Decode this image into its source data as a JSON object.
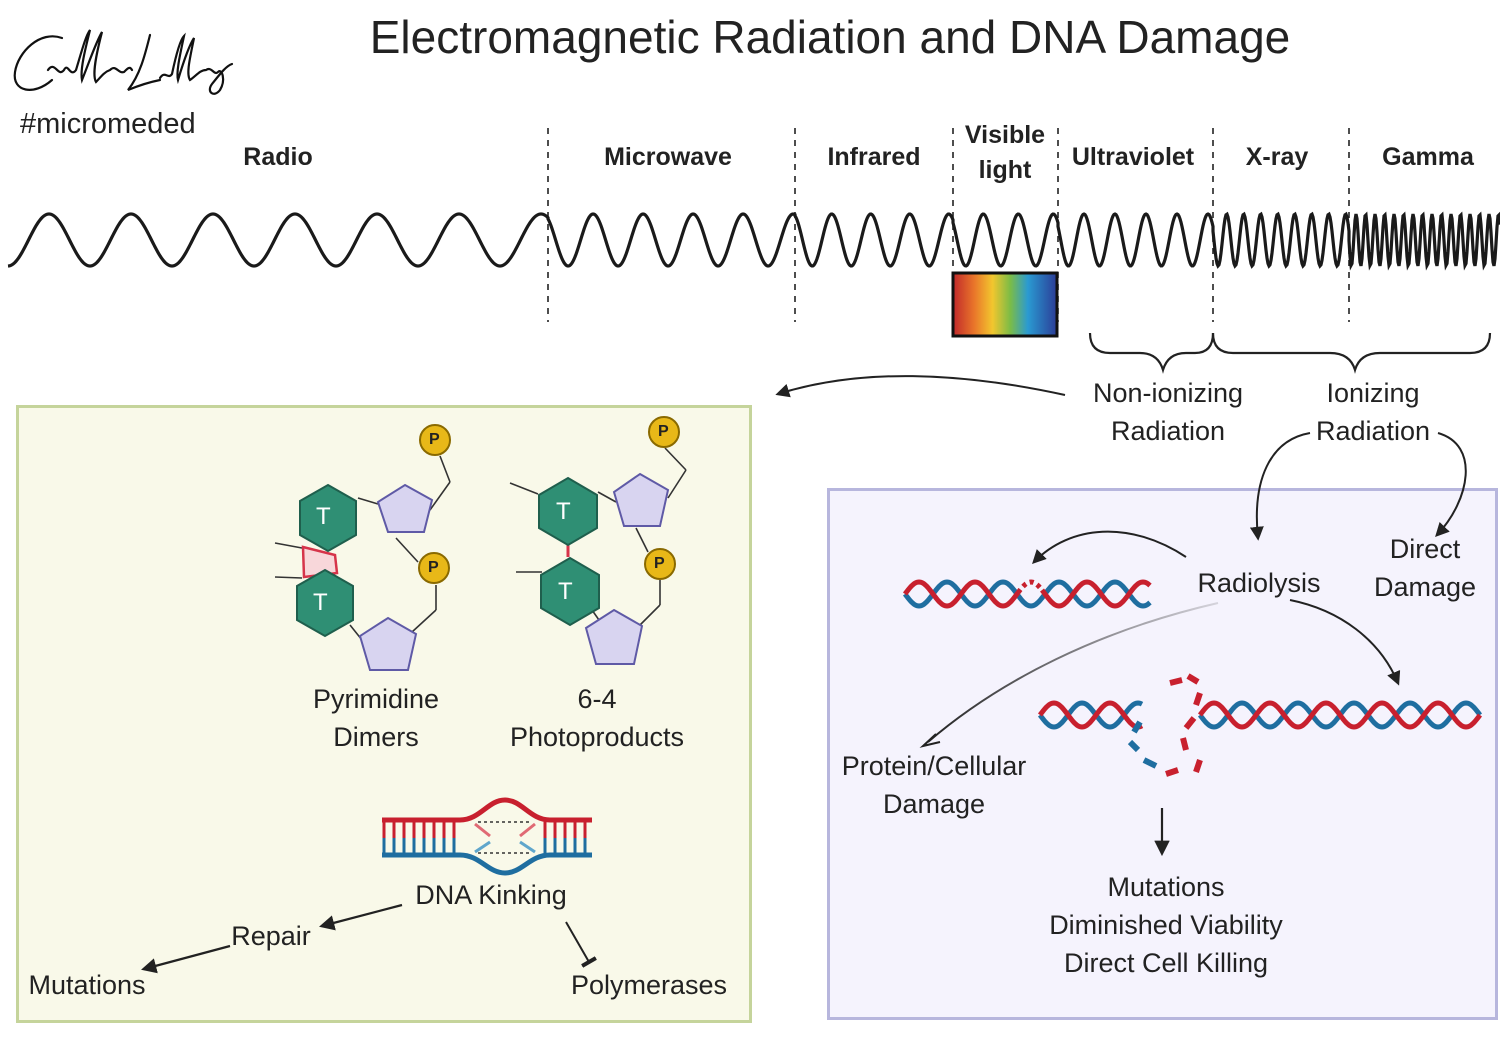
{
  "title": "Electromagnetic Radiation and DNA Damage",
  "signature": "Cullen Lilley",
  "hashtag": "#micromeded",
  "spectrum": {
    "bands": [
      "Radio",
      "Microwave",
      "Infrared",
      "Visible light",
      "Ultraviolet",
      "X-ray",
      "Gamma"
    ],
    "non_ionizing": "Non-ionizing Radiation",
    "ionizing": "Ionizing Radiation"
  },
  "uv_panel": {
    "pyrimidine_dimers": "Pyrimidine Dimers",
    "photoproducts": "6-4 Photoproducts",
    "thymine_label": "T",
    "phosphate_label": "P",
    "dna_kinking": "DNA Kinking",
    "repair": "Repair",
    "mutations": "Mutations",
    "polymerases": "Polymerases"
  },
  "ionizing_panel": {
    "direct_damage": "Direct Damage",
    "radiolysis": "Radiolysis",
    "protein_cellular_damage": "Protein/Cellular Damage",
    "outcomes": [
      "Mutations",
      "Diminished Viability",
      "Direct Cell Killing"
    ]
  },
  "colors": {
    "dna_red": "#c8202e",
    "dna_blue": "#1f6ea0",
    "thymine_green": "#2f8f74",
    "sugar_purple": "#d8d4f0",
    "phosphate_yellow": "#e8b818",
    "left_panel_bg": "#f9f9e9",
    "right_panel_bg": "#f5f3fd"
  }
}
